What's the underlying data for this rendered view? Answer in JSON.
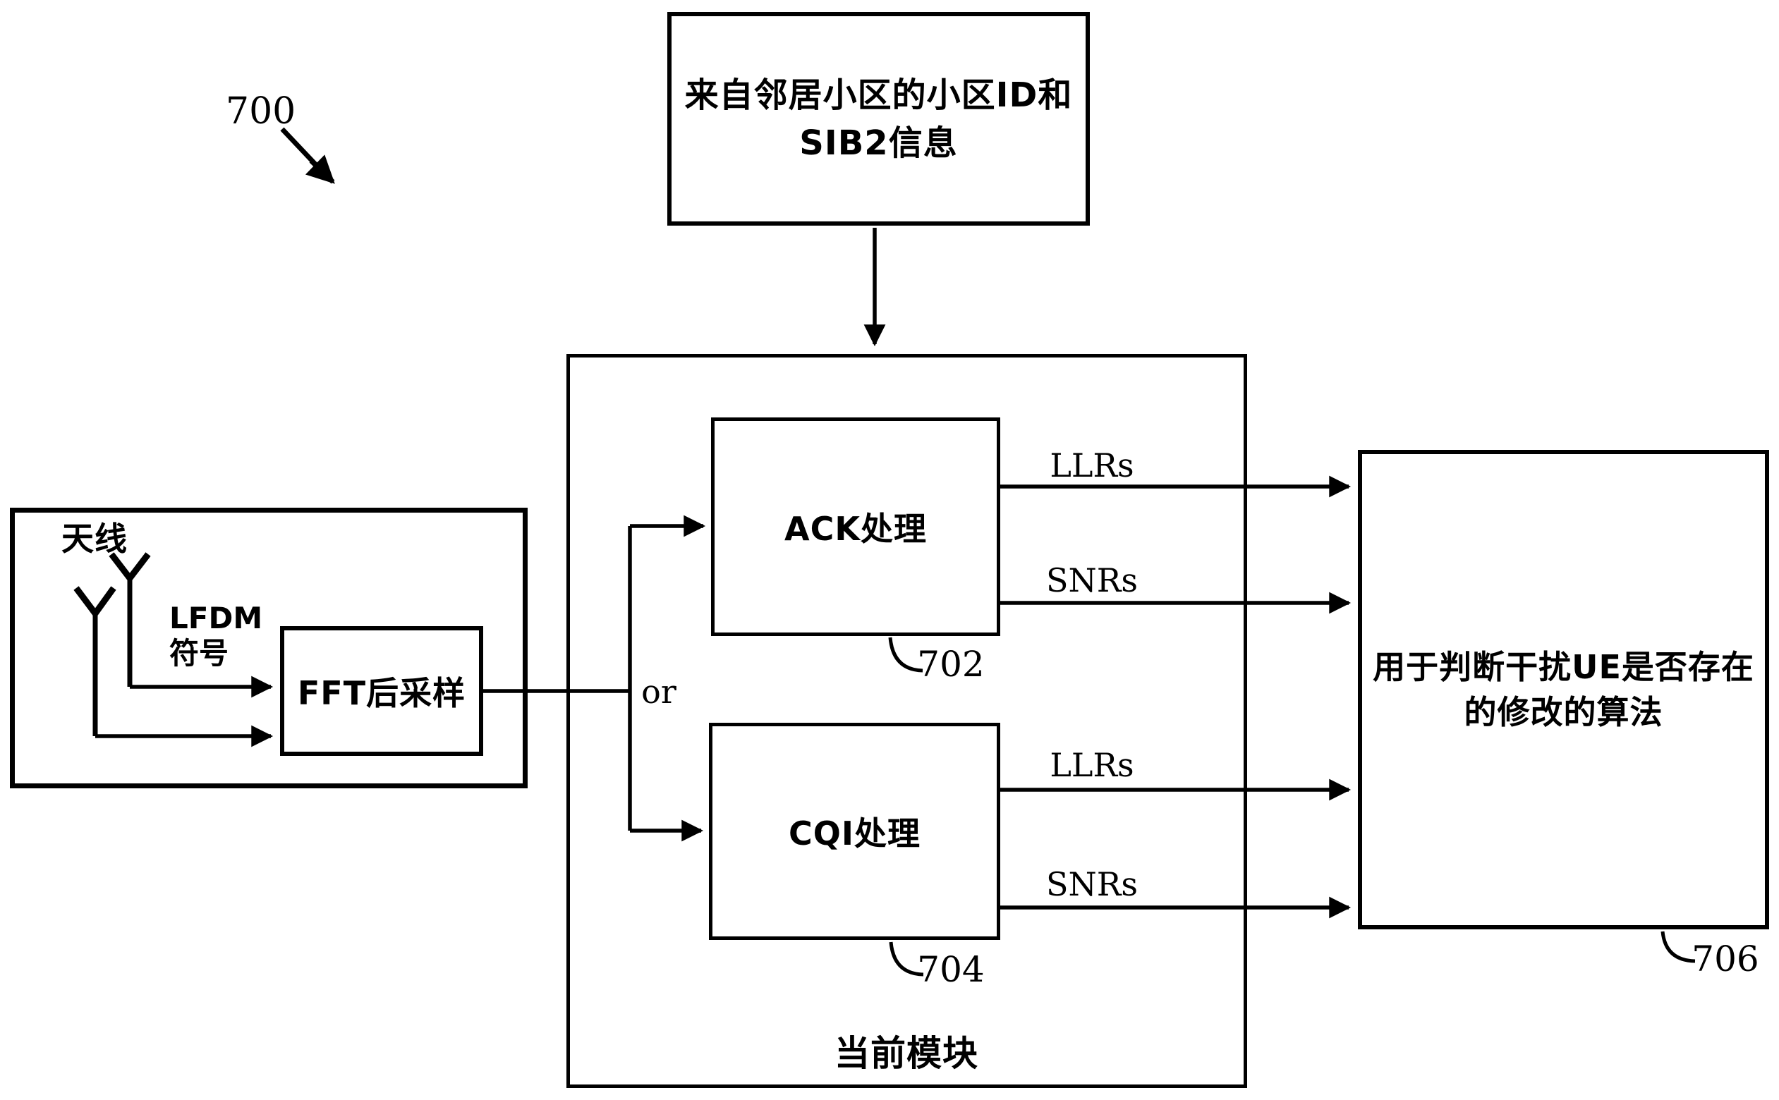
{
  "figure_ref": "700",
  "top_box": {
    "line1": "来自邻居小区的小区ID和",
    "line2": "SIB2信息"
  },
  "antenna": {
    "label": "天线",
    "signal_line1": "LFDM",
    "signal_line2": "符号"
  },
  "fft": {
    "label": "FFT后采样"
  },
  "module": {
    "label": "当前模块",
    "or_label": "or"
  },
  "ack": {
    "label": "ACK处理",
    "ref": "702"
  },
  "cqi": {
    "label": "CQI处理",
    "ref": "704"
  },
  "outputs": {
    "ack_llrs": "LLRs",
    "ack_snrs": "SNRs",
    "cqi_llrs": "LLRs",
    "cqi_snrs": "SNRs"
  },
  "algorithm": {
    "line1": "用于判断干扰UE是否存在",
    "line2": "的修改的算法",
    "ref": "706"
  },
  "colors": {
    "ink": "#000000",
    "background": "#ffffff"
  }
}
